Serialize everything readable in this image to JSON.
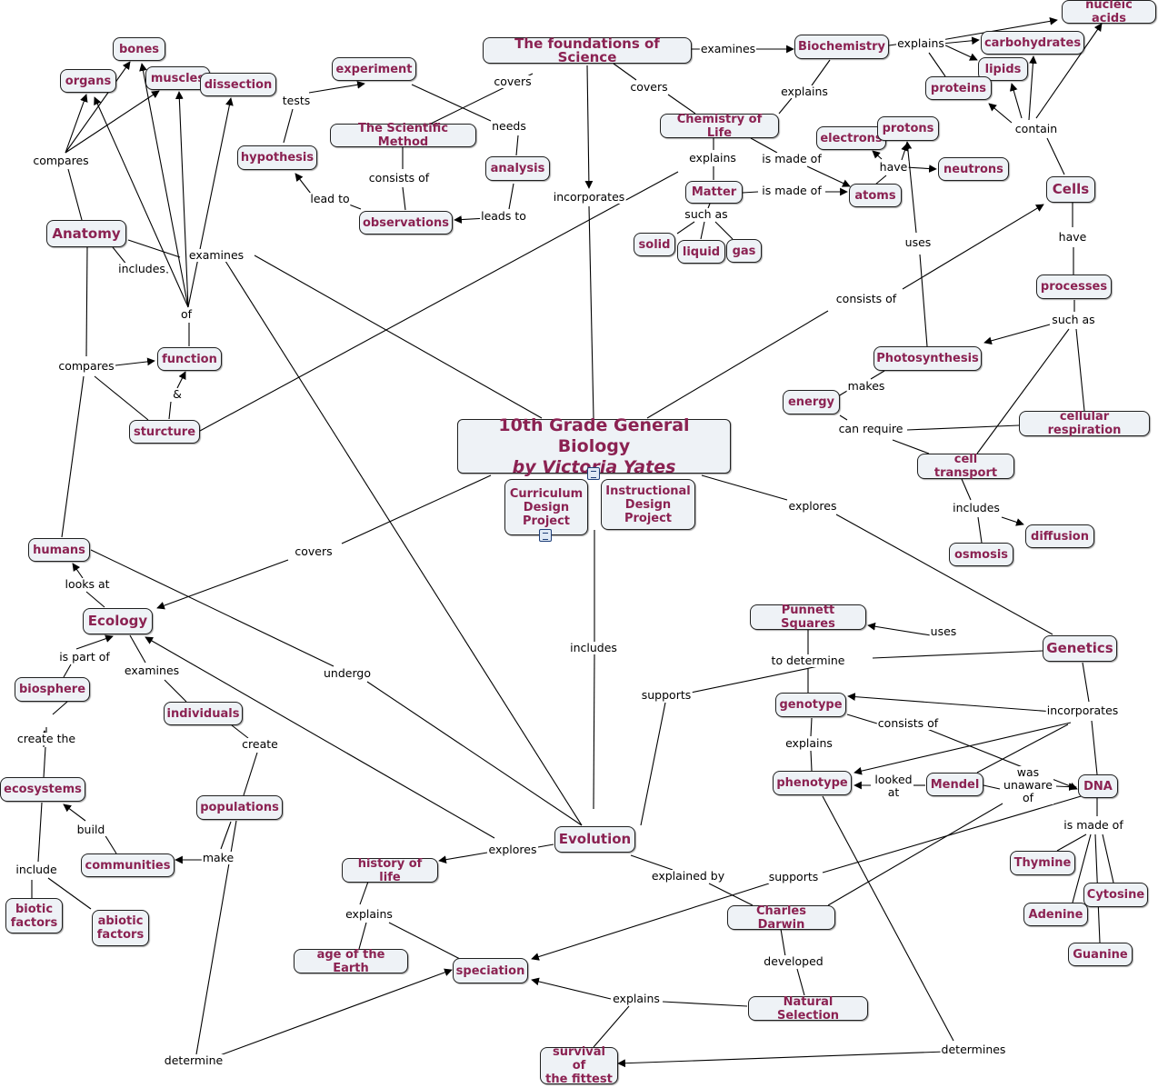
{
  "map": {
    "title": {
      "line1": "10th Grade General Biology",
      "line2": "by Victoria Yates"
    },
    "attachments": {
      "curriculum": "Curriculum\nDesign\nProject",
      "instructional": "Instructional\nDesign\nProject"
    },
    "concepts": {
      "foundations": "The foundations of Science",
      "biochemistry": "Biochemistry",
      "nucleic_acids": "nucleic acids",
      "carbohydrates": "carbohydrates",
      "lipids": "lipids",
      "proteins": "proteins",
      "chemistry_of_life": "Chemistry of Life",
      "electrons": "electrons",
      "protons": "protons",
      "neutrons": "neutrons",
      "atoms": "atoms",
      "matter": "Matter",
      "solid": "solid",
      "liquid": "liquid",
      "gas": "gas",
      "cells": "Cells",
      "processes": "processes",
      "photosynthesis": "Photosynthesis",
      "energy": "energy",
      "cellular_respiration": "cellular respiration",
      "cell_transport": "cell transport",
      "diffusion": "diffusion",
      "osmosis": "osmosis",
      "experiment": "experiment",
      "scientific_method": "The Scientific Method",
      "hypothesis": "hypothesis",
      "analysis": "analysis",
      "observations": "observations",
      "bones": "bones",
      "organs": "organs",
      "muscles": "muscles",
      "dissection": "dissection",
      "anatomy": "Anatomy",
      "function": "function",
      "sturcture": "sturcture",
      "humans": "humans",
      "ecology": "Ecology",
      "biosphere": "biosphere",
      "individuals": "individuals",
      "ecosystems": "ecosystems",
      "populations": "populations",
      "communities": "communities",
      "biotic_factors": "biotic\nfactors",
      "abiotic_factors": "abiotic\nfactors",
      "punnett_squares": "Punnett Squares",
      "genetics": "Genetics",
      "genotype": "genotype",
      "phenotype": "phenotype",
      "mendel": "Mendel",
      "dna": "DNA",
      "thymine": "Thymine",
      "adenine": "Adenine",
      "cytosine": "Cytosine",
      "guanine": "Guanine",
      "evolution": "Evolution",
      "history_of_life": "history of life",
      "age_of_earth": "age of the Earth",
      "speciation": "speciation",
      "charles_darwin": "Charles Darwin",
      "natural_selection": "Natural Selection",
      "survival_fittest": "survival of\nthe fittest"
    },
    "phrases": {
      "examines_bio": "examines",
      "explains_carb": "explains",
      "explains_bio": "explains",
      "covers_sm": "covers",
      "covers_col": "covers",
      "needs": "needs",
      "tests": "tests",
      "consists_of_sm": "consists of",
      "lead_to": "lead to",
      "leads_to": "leads to",
      "explains_matter": "explains",
      "is_made_of_col": "is made of",
      "is_made_of_matter": "is made of",
      "have_atoms": "have",
      "such_as_matter": "such as",
      "contain": "contain",
      "incorporates_found": "incorporates",
      "uses_photo": "uses",
      "consists_of_cells": "consists of",
      "have_cells": "have",
      "such_as_proc": "such as",
      "makes": "makes",
      "can_require": "can require",
      "includes_ct": "includes",
      "compares_organs": "compares",
      "includes_anat": "includes",
      "examines_anat": "examines",
      "of": "of",
      "compares_func": "compares",
      "amp": "&",
      "looks_at": "looks at",
      "is_part_of": "is part of",
      "examines_eco": "examines",
      "covers_eco": "covers",
      "undergo": "undergo",
      "create_the": "create the",
      "create": "create",
      "build": "build",
      "make": "make",
      "include_eco": "include",
      "includes_evo": "includes",
      "explores_gen": "explores",
      "uses_gen": "uses",
      "to_determine": "to determine",
      "supports_gen": "supports",
      "incorporates_gen": "incorporates",
      "consists_of_gen": "consists of",
      "explains_geno": "explains",
      "looked_at": "looked\nat",
      "was_unaware_of": "was\nunaware\nof",
      "is_made_of_dna": "is made of",
      "explores_evo": "explores",
      "explained_by": "explained by",
      "supports_dna": "supports",
      "explains_hist": "explains",
      "developed": "developed",
      "explains_ns": "explains",
      "determines": "determines",
      "determine": "determine"
    }
  }
}
